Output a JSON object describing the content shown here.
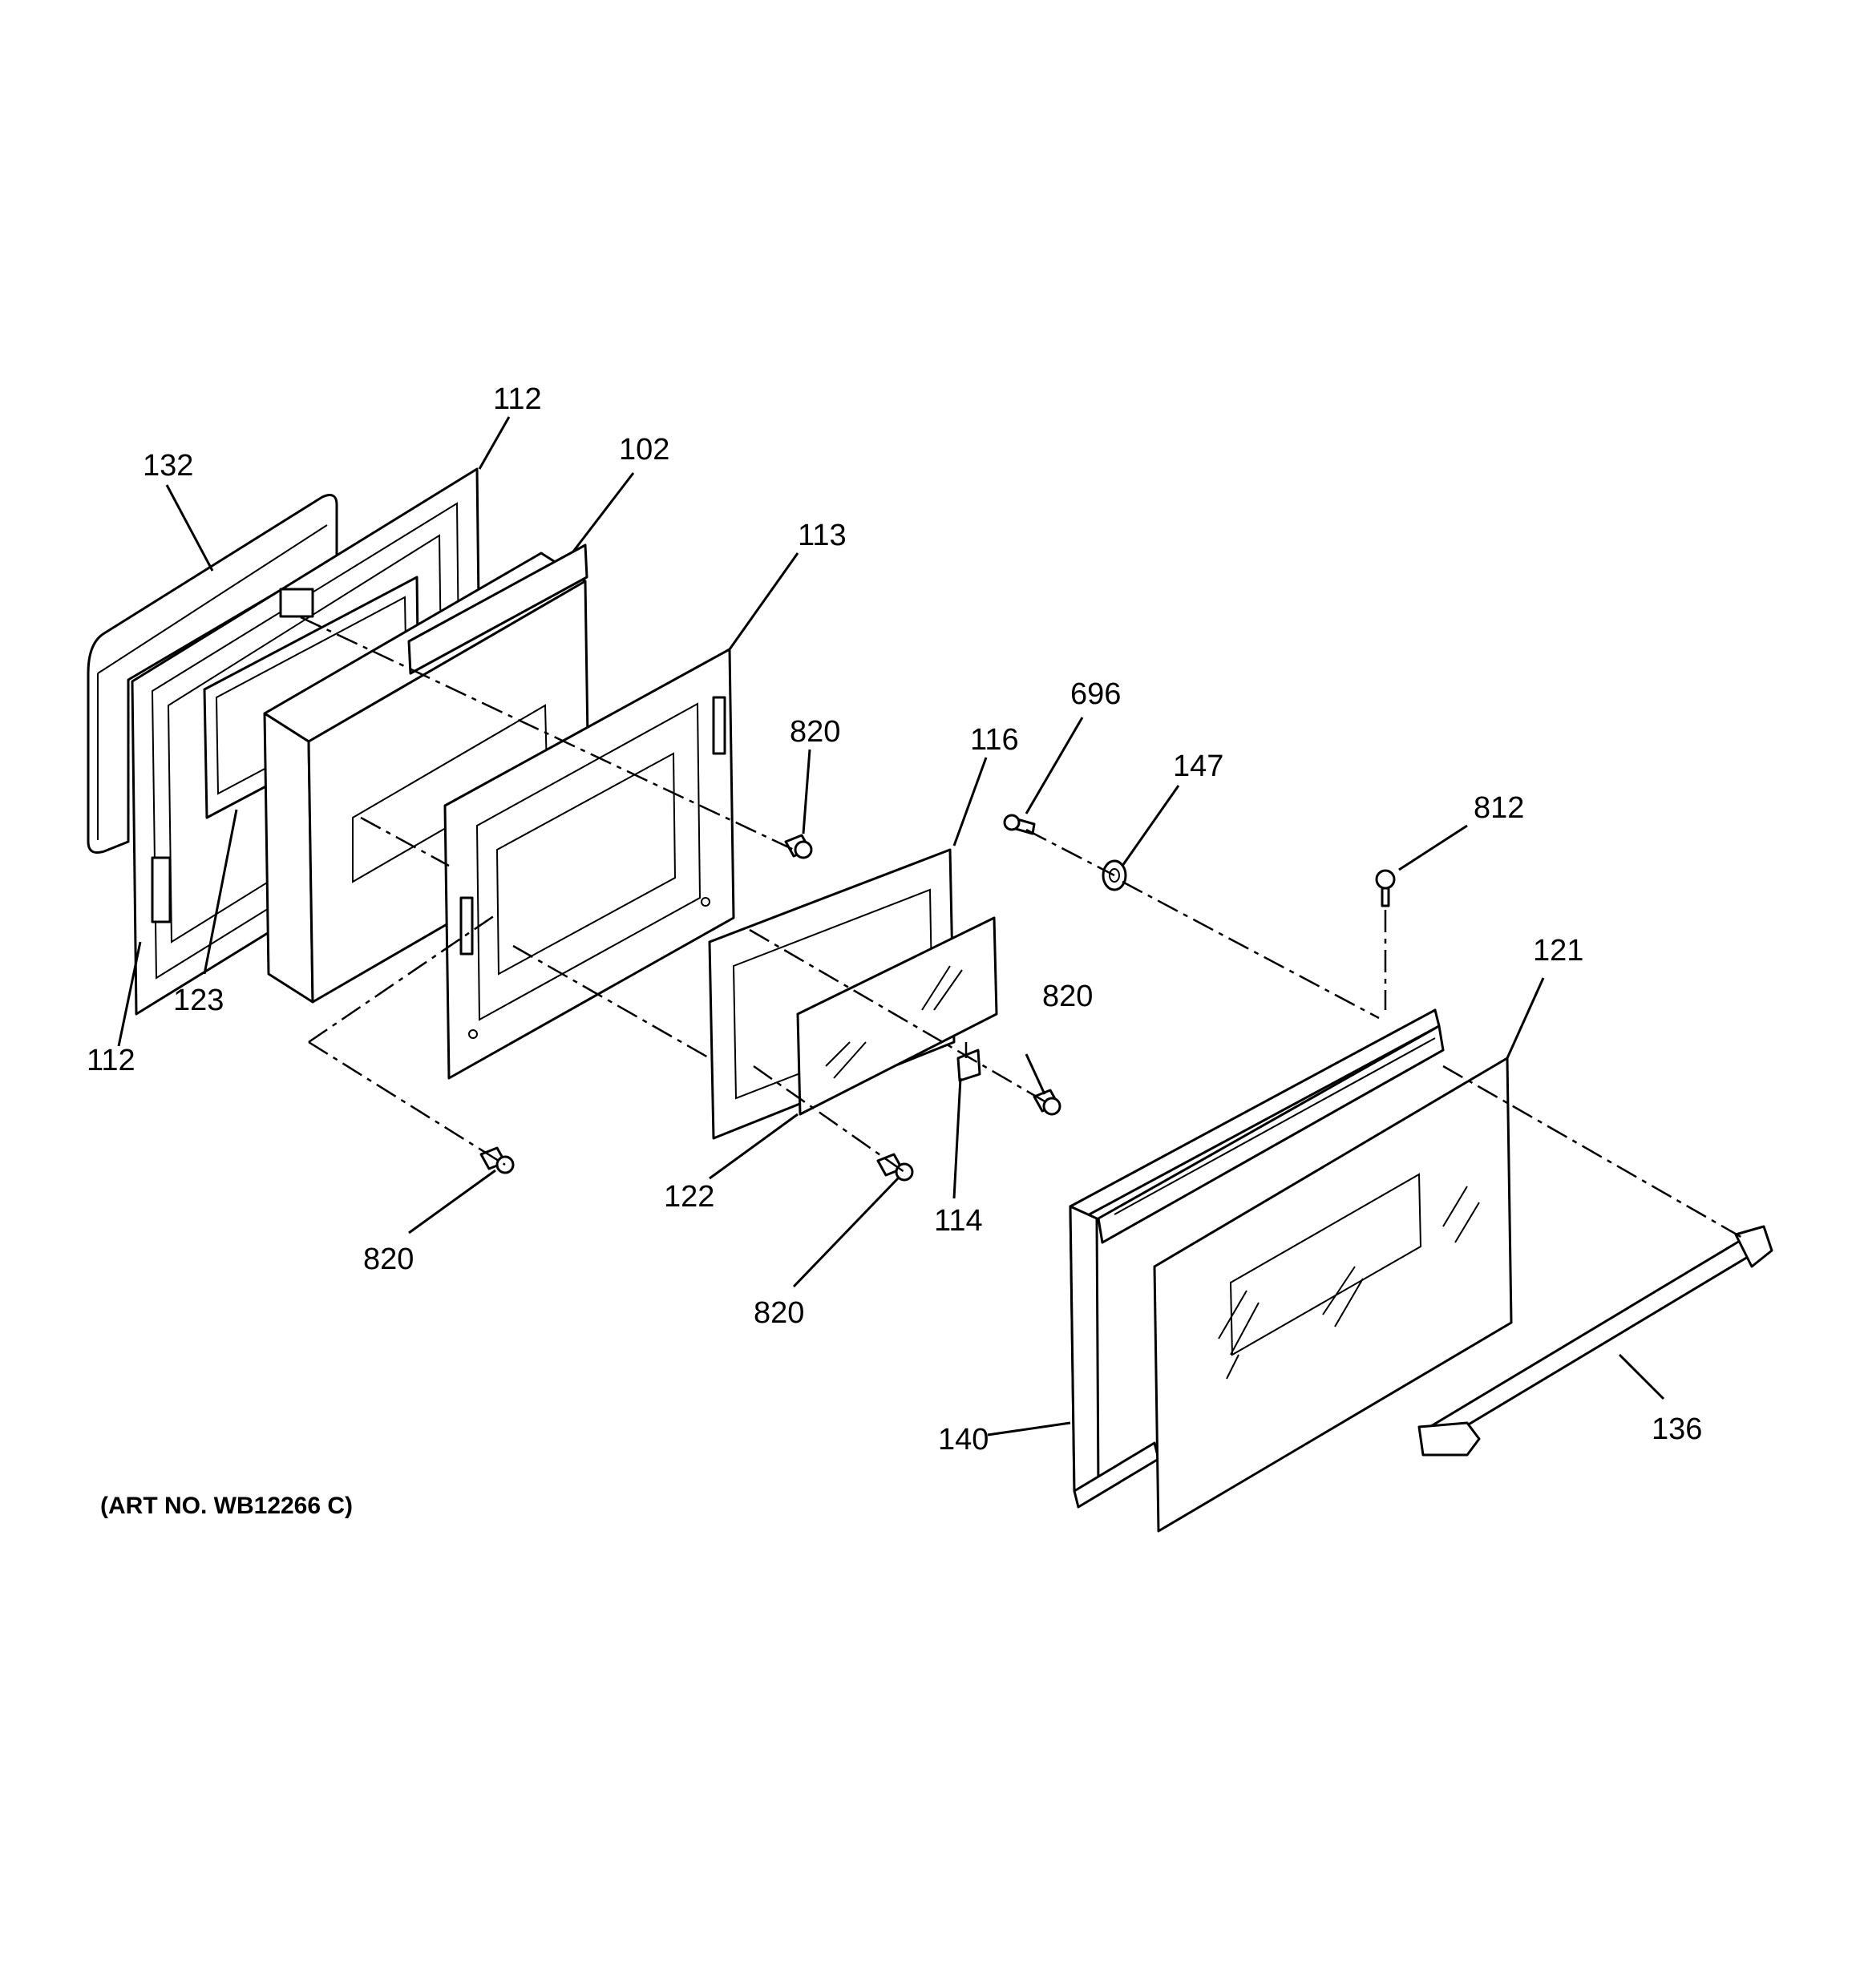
{
  "callouts": [
    {
      "id": "c112a",
      "text": "112"
    },
    {
      "id": "c132",
      "text": "132"
    },
    {
      "id": "c102",
      "text": "102"
    },
    {
      "id": "c113",
      "text": "113"
    },
    {
      "id": "c820a",
      "text": "820"
    },
    {
      "id": "c116",
      "text": "116"
    },
    {
      "id": "c696",
      "text": "696"
    },
    {
      "id": "c147",
      "text": "147"
    },
    {
      "id": "c812",
      "text": "812"
    },
    {
      "id": "c121",
      "text": "121"
    },
    {
      "id": "c123",
      "text": "123"
    },
    {
      "id": "c112b",
      "text": "112"
    },
    {
      "id": "c820b",
      "text": "820"
    },
    {
      "id": "c122",
      "text": "122"
    },
    {
      "id": "c114",
      "text": "114"
    },
    {
      "id": "c820c",
      "text": "820"
    },
    {
      "id": "c820d",
      "text": "820"
    },
    {
      "id": "c140",
      "text": "140"
    },
    {
      "id": "c136",
      "text": "136"
    }
  ],
  "art_number": "(ART NO. WB12266 C)"
}
